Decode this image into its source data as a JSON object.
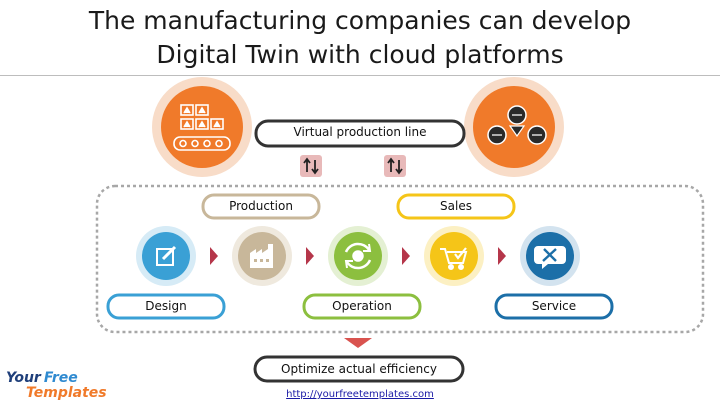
{
  "title": {
    "line1": "The manufacturing companies can develop",
    "line2": "Digital Twin with cloud platforms"
  },
  "labels": {
    "virtual_line": "Virtual production line",
    "production": "Production",
    "sales": "Sales",
    "design": "Design",
    "operation": "Operation",
    "service": "Service",
    "optimize": "Optimize actual efficiency"
  },
  "footer": {
    "url": "http://yourfreetemplates.com",
    "logo_line1_part1": "Your",
    "logo_line1_part2": "Free",
    "logo_line2": "Templates"
  },
  "icons": {
    "factory_top": "factory-machines-icon",
    "cloud_top": "cloud-network-icon",
    "design": "edit-icon",
    "production": "factory-icon",
    "operation": "cycle-gear-icon",
    "sales": "shopping-cart-icon",
    "service": "tools-speech-icon"
  },
  "colors": {
    "orange": "#f07a2a",
    "orange_halo": "#f8d9c4",
    "blue": "#3aa0d5",
    "tan": "#c8b79a",
    "green": "#8cbf3f",
    "yellow": "#f5c518",
    "navy": "#1c6fa8",
    "arrow_red": "#b5364a"
  }
}
